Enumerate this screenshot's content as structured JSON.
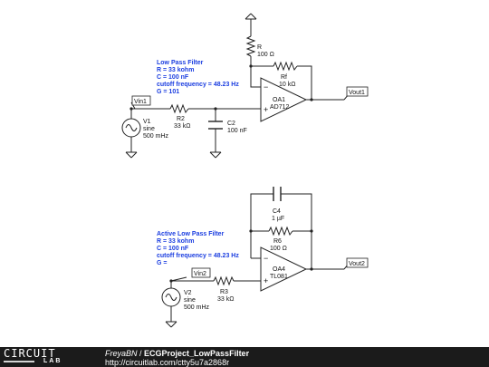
{
  "circuit1": {
    "note": [
      "Low Pass Filter",
      "R = 33 kohm",
      "C = 100 nF",
      "cutoff frequency = 48.23 Hz",
      "G = 101"
    ],
    "input_net": "Vin1",
    "output_net": "Vout1",
    "source": {
      "ref": "V1",
      "type": "sine",
      "value": "500 mHz"
    },
    "r_input": {
      "ref": "R2",
      "value": "33 kΩ"
    },
    "cap": {
      "ref": "C2",
      "value": "100 nF"
    },
    "r_ground": {
      "ref": "R",
      "value": "100 Ω"
    },
    "r_feedback": {
      "ref": "Rf",
      "value": "10 kΩ"
    },
    "opamp": {
      "ref": "OA1",
      "part": "AD712"
    }
  },
  "circuit2": {
    "note": [
      "Active Low Pass Filter",
      "R = 33 kohm",
      "C = 100 nF",
      "cutoff frequency = 48.23 Hz",
      "G ="
    ],
    "input_net": "Vin2",
    "output_net": "Vout2",
    "source": {
      "ref": "V2",
      "type": "sine",
      "value": "500 mHz"
    },
    "r_input": {
      "ref": "R3",
      "value": "33 kΩ"
    },
    "cap_feedback": {
      "ref": "C4",
      "value": "1 µF"
    },
    "r_feedback": {
      "ref": "R6",
      "value": "100 Ω"
    },
    "opamp": {
      "ref": "OA4",
      "part": "TL081"
    }
  },
  "opamp_signs": {
    "minus": "−",
    "plus": "+"
  },
  "footer": {
    "logo_top": "CIRCUIT",
    "logo_bottom": "LAB",
    "author": "FreyaBN",
    "separator": " / ",
    "project": "ECGProject_LowPassFilter",
    "url": "http://circuitlab.com/ctty5u7a2868r"
  }
}
